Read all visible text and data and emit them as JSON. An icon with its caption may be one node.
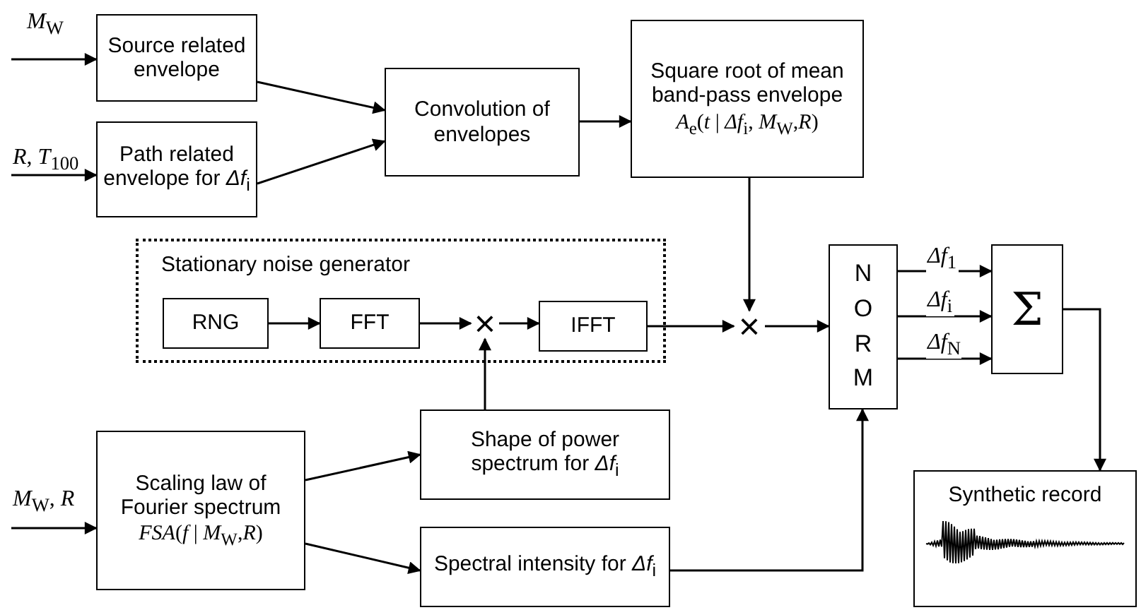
{
  "diagram": {
    "nodes": [
      {
        "text": [
          "Source related envelope"
        ]
      },
      {
        "text": [
          "Path related envelope for *Δf*$_{i}$"
        ]
      },
      {
        "text": [
          "Convolution of envelopes"
        ]
      },
      {
        "text": [
          "Square root of mean band-pass envelope",
          "*A*$_{e}$(*t* | *Δf*$_{i}$, *M*$_{W}$,*R*)"
        ]
      },
      {
        "text": [
          "Stationary noise generator"
        ]
      },
      {
        "text": [
          "RNG"
        ],
        "in": 4
      },
      {
        "text": [
          "FFT"
        ],
        "in": 4
      },
      {
        "text": [
          "×"
        ],
        "in": 4
      },
      {
        "text": [
          "IFFT"
        ],
        "in": 4
      },
      {
        "text": [
          "×"
        ]
      },
      {
        "text": [
          "NORM"
        ]
      },
      {
        "text": [
          "Σ"
        ]
      },
      {
        "text": [
          "Scaling law of Fourier spectrum",
          "*FSA*(*f* | *M*$_{W}$,*R*)"
        ]
      },
      {
        "text": [
          "Shape of power spectrum for *Δf*$_{i}$"
        ]
      },
      {
        "text": [
          "Spectral intensity for *Δf*$_{i}$"
        ]
      },
      {
        "text": [
          "Synthetic record"
        ]
      }
    ],
    "edges": [
      {
        "from": null,
        "to": 0,
        "arrow": "to",
        "label": "*M*$_{W}$"
      },
      {
        "from": null,
        "to": 1,
        "arrow": "to",
        "label": "*R*, *T*$_{100}$"
      },
      {
        "from": 0,
        "to": 2,
        "arrow": "to"
      },
      {
        "from": 1,
        "to": 2,
        "arrow": "to"
      },
      {
        "from": 2,
        "to": 3,
        "arrow": "to"
      },
      {
        "from": 3,
        "to": 9,
        "arrow": "to"
      },
      {
        "from": 5,
        "to": 6,
        "arrow": "to"
      },
      {
        "from": 6,
        "to": 7,
        "arrow": "to"
      },
      {
        "from": 7,
        "to": 8,
        "arrow": "to"
      },
      {
        "from": 8,
        "to": 9,
        "arrow": "to"
      },
      {
        "from": 9,
        "to": 10,
        "arrow": "to"
      },
      {
        "from": 13,
        "to": 7,
        "arrow": "to"
      },
      {
        "from": 12,
        "to": 13,
        "arrow": "to"
      },
      {
        "from": 12,
        "to": 14,
        "arrow": "to"
      },
      {
        "from": 14,
        "to": 10,
        "arrow": "to"
      },
      {
        "from": 10,
        "to": 11,
        "arrow": "to",
        "label": "*Δf*$_{1}$"
      },
      {
        "from": 10,
        "to": 11,
        "arrow": "to",
        "label": "*Δf*$_{i}$"
      },
      {
        "from": 10,
        "to": 11,
        "arrow": "to",
        "label": "*Δf*$_{N}$"
      },
      {
        "from": 11,
        "to": 15,
        "arrow": "to"
      },
      {
        "from": null,
        "to": 12,
        "arrow": "to",
        "label": "*M*$_{W}$, *R*"
      }
    ]
  }
}
